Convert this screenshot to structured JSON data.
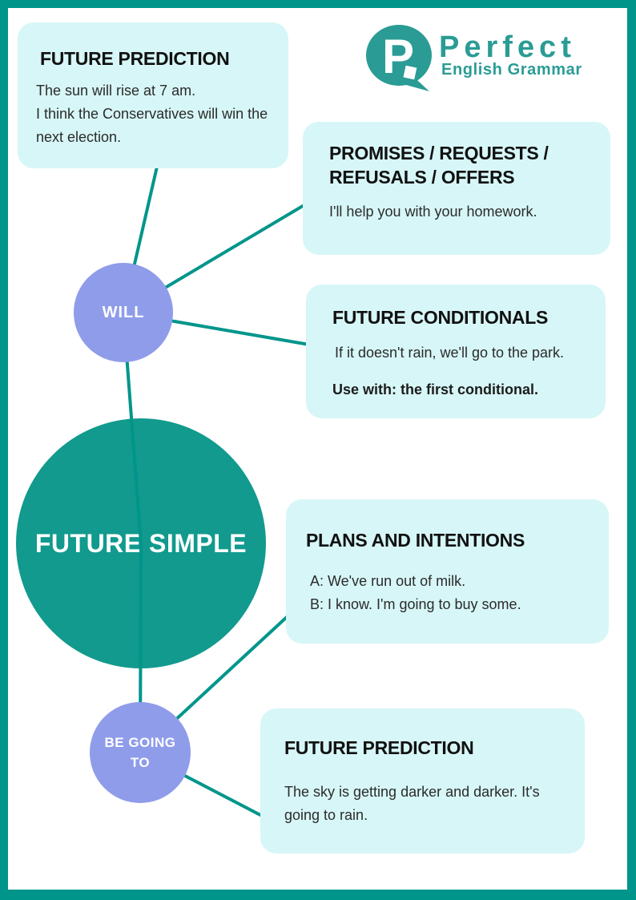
{
  "page": {
    "border_color": "#00958B",
    "sheet_color": "#FFFFFF"
  },
  "colors": {
    "box_background": "#D7F6F7",
    "connector_line": "#00958B",
    "center_circle": "#119A8D",
    "node_circle": "#8F9CEA",
    "logo_teal": "#2A9C95",
    "heading_text": "#111111",
    "body_text": "#2B2B2B",
    "circle_text": "#FFFFFF"
  },
  "logo": {
    "icon": "speech-bubble-p-icon",
    "letter": "P",
    "title": "Perfect",
    "subtitle": "English Grammar"
  },
  "diagram": {
    "center_label": "FUTURE SIMPLE",
    "nodes": {
      "will": {
        "label": "WILL"
      },
      "be_going_to": {
        "label": "BE GOING TO"
      }
    },
    "boxes": {
      "prediction_will": {
        "title": "FUTURE PREDICTION",
        "line1": "The sun will rise at 7 am.",
        "line2": "I think the Conservatives will win the next election."
      },
      "promises": {
        "title": "PROMISES / REQUESTS / REFUSALS / OFFERS",
        "line1": "I'll help you with your homework."
      },
      "conditionals": {
        "title": "FUTURE CONDITIONALS",
        "line1": "If it doesn't rain, we'll go to the park.",
        "note": "Use with: the first conditional."
      },
      "plans": {
        "title": "PLANS AND INTENTIONS",
        "line1": "A: We've run out of milk.",
        "line2": "B: I know. I'm going to buy some."
      },
      "prediction_be_going_to": {
        "title": "FUTURE PREDICTION",
        "line1": "The sky is getting darker and darker. It's going to rain."
      }
    }
  }
}
